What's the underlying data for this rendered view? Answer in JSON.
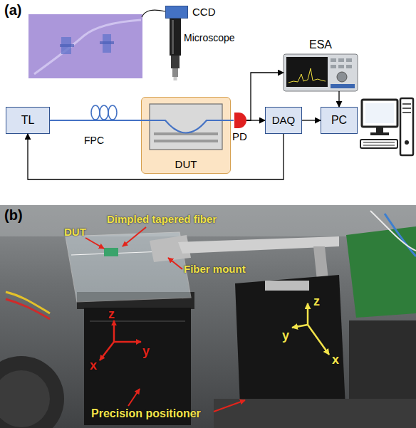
{
  "diagram": {
    "nodes": [
      {
        "text": [
          "CCD"
        ]
      },
      {
        "text": [
          "ESA"
        ]
      },
      {
        "text": [
          "TL"
        ]
      },
      {
        "text": [
          "DUT"
        ]
      },
      {
        "text": [
          "PD"
        ]
      },
      {
        "text": [
          "DAQ"
        ]
      },
      {
        "text": [
          "PC"
        ]
      }
    ],
    "edges": [
      {
        "from": 2,
        "to": 3,
        "arrow": "none"
      },
      {
        "from": 3,
        "to": 4,
        "arrow": "none"
      },
      {
        "from": 4,
        "to": 5,
        "arrow": "to"
      },
      {
        "from": 4,
        "to": 1,
        "arrow": "to"
      },
      {
        "from": 1,
        "to": 6,
        "arrow": "to"
      },
      {
        "from": 5,
        "to": 6,
        "arrow": "to"
      },
      {
        "from": 5,
        "to": 2,
        "arrow": "to"
      }
    ],
    "labels": [
      "(a)",
      "Microscope",
      "FPC",
      "(b)",
      "Dimpled tapered fiber",
      "DUT",
      "Fiber mount",
      "z",
      "x",
      "y",
      "z",
      "y",
      "x",
      "Precision positioner"
    ]
  }
}
